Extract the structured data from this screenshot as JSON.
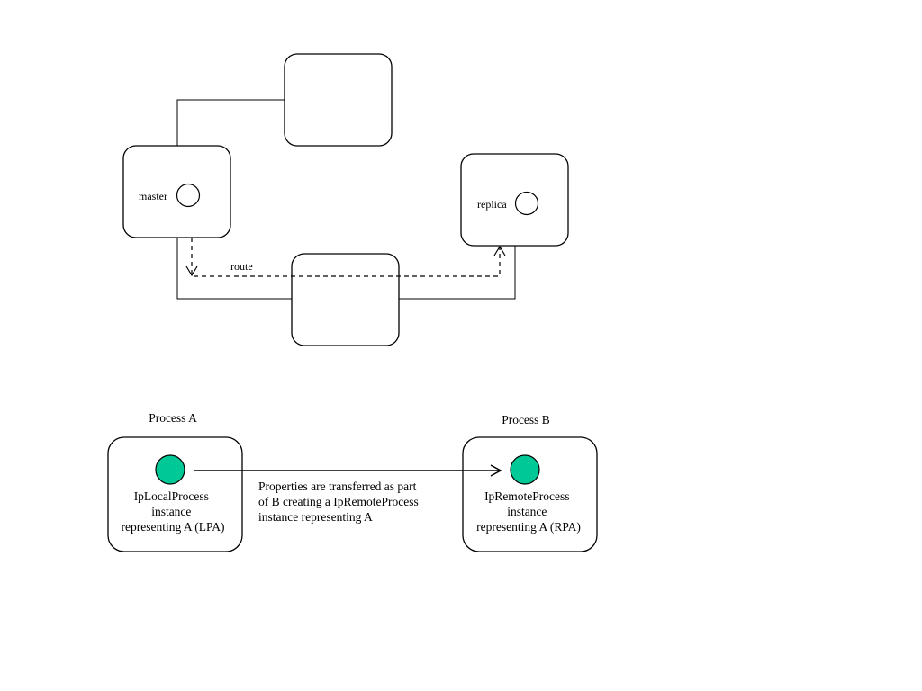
{
  "top_diagram": {
    "master_label": "master",
    "replica_label": "replica",
    "route_label": "route"
  },
  "bottom_diagram": {
    "process_a_title": "Process A",
    "process_b_title": "Process B",
    "lpa_lines": [
      "IpLocalProcess",
      "instance",
      "representing A (LPA)"
    ],
    "rpa_lines": [
      "IpRemoteProcess",
      "instance",
      "representing A (RPA)"
    ],
    "transfer_lines": [
      "Properties are transferred as part",
      "of B creating a IpRemoteProcess",
      "instance representing A"
    ],
    "instance_color": "#00c896"
  }
}
